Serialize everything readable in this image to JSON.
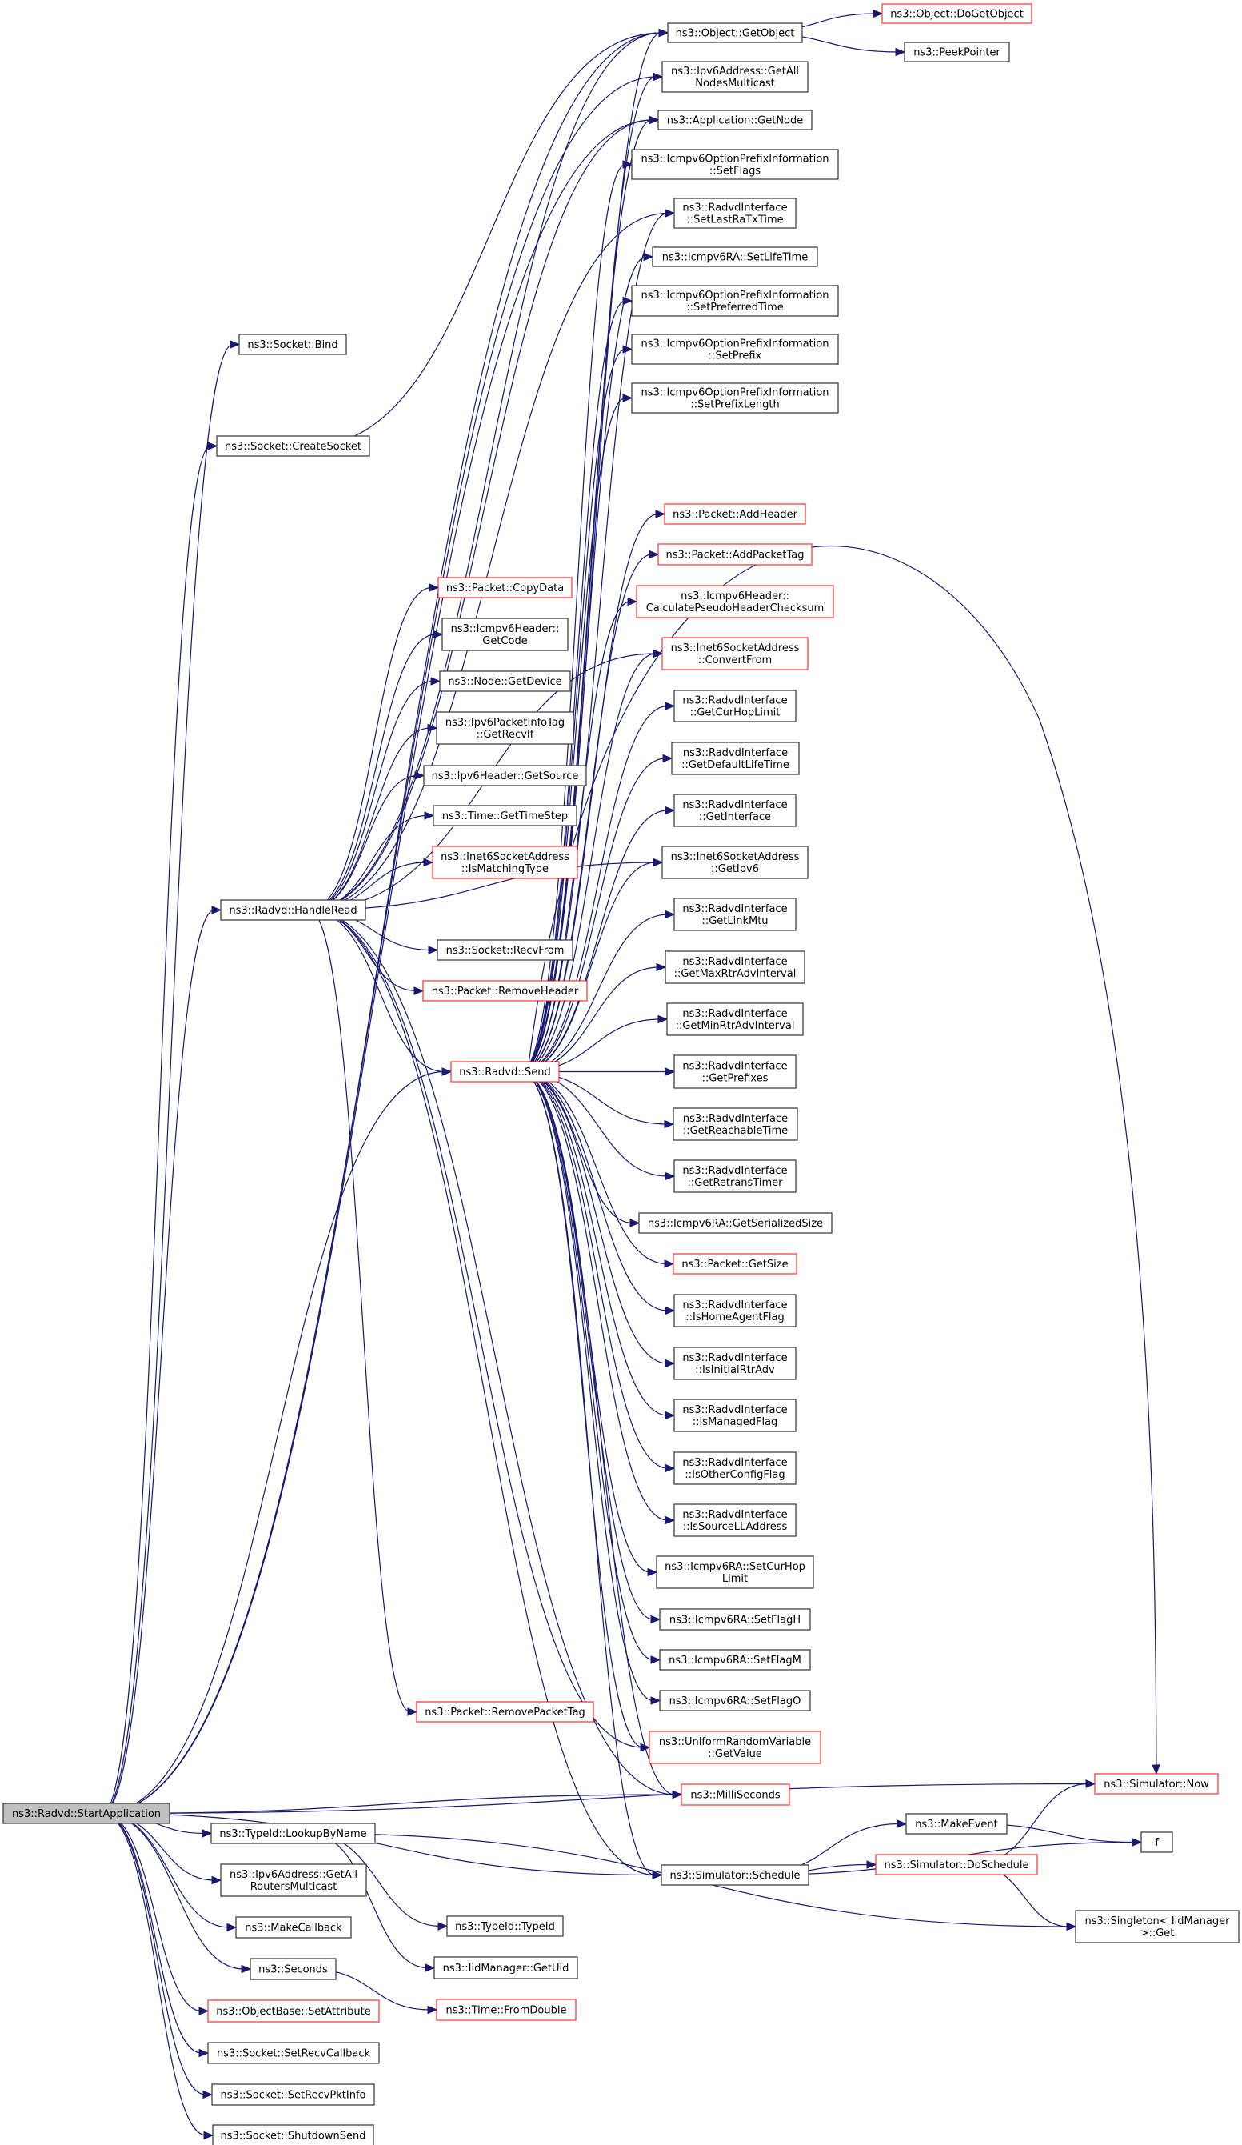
{
  "title": "ns3::Radvd::StartApplication call graph",
  "colors": {
    "edge": "#191970",
    "root_fill": "#bfbfbf",
    "normal_border": "#404040",
    "truncated_border": "#ff0000"
  },
  "nodes": [
    {
      "id": "start",
      "lines": [
        "ns3::Radvd::StartApplication"
      ],
      "style": "root"
    },
    {
      "id": "bind",
      "lines": [
        "ns3::Socket::Bind"
      ],
      "style": "normal"
    },
    {
      "id": "createsocket",
      "lines": [
        "ns3::Socket::CreateSocket"
      ],
      "style": "normal"
    },
    {
      "id": "handleread",
      "lines": [
        "ns3::Radvd::HandleRead"
      ],
      "style": "normal"
    },
    {
      "id": "copydata",
      "lines": [
        "ns3::Packet::CopyData"
      ],
      "style": "red"
    },
    {
      "id": "getcode",
      "lines": [
        "ns3::Icmpv6Header::",
        "GetCode"
      ],
      "style": "normal"
    },
    {
      "id": "getdevice",
      "lines": [
        "ns3::Node::GetDevice"
      ],
      "style": "normal"
    },
    {
      "id": "getrecvif",
      "lines": [
        "ns3::Ipv6PacketInfoTag",
        "::GetRecvIf"
      ],
      "style": "normal"
    },
    {
      "id": "getsource",
      "lines": [
        "ns3::Ipv6Header::GetSource"
      ],
      "style": "normal"
    },
    {
      "id": "gettimestep",
      "lines": [
        "ns3::Time::GetTimeStep"
      ],
      "style": "normal"
    },
    {
      "id": "ismatchingtype",
      "lines": [
        "ns3::Inet6SocketAddress",
        "::IsMatchingType"
      ],
      "style": "red"
    },
    {
      "id": "recvfrom",
      "lines": [
        "ns3::Socket::RecvFrom"
      ],
      "style": "normal"
    },
    {
      "id": "removeheader",
      "lines": [
        "ns3::Packet::RemoveHeader"
      ],
      "style": "red"
    },
    {
      "id": "send",
      "lines": [
        "ns3::Radvd::Send"
      ],
      "style": "red"
    },
    {
      "id": "removepackettag",
      "lines": [
        "ns3::Packet::RemovePacketTag"
      ],
      "style": "red"
    },
    {
      "id": "getobject",
      "lines": [
        "ns3::Object::GetObject"
      ],
      "style": "normal"
    },
    {
      "id": "dogetobject",
      "lines": [
        "ns3::Object::DoGetObject"
      ],
      "style": "red"
    },
    {
      "id": "peekpointer",
      "lines": [
        "ns3::PeekPointer"
      ],
      "style": "normal"
    },
    {
      "id": "getallnodes",
      "lines": [
        "ns3::Ipv6Address::GetAll",
        "NodesMulticast"
      ],
      "style": "normal"
    },
    {
      "id": "getnode",
      "lines": [
        "ns3::Application::GetNode"
      ],
      "style": "normal"
    },
    {
      "id": "setflags",
      "lines": [
        "ns3::Icmpv6OptionPrefixInformation",
        "::SetFlags"
      ],
      "style": "normal"
    },
    {
      "id": "setlastratx",
      "lines": [
        "ns3::RadvdInterface",
        "::SetLastRaTxTime"
      ],
      "style": "normal"
    },
    {
      "id": "setlifetime",
      "lines": [
        "ns3::Icmpv6RA::SetLifeTime"
      ],
      "style": "normal"
    },
    {
      "id": "setpreferred",
      "lines": [
        "ns3::Icmpv6OptionPrefixInformation",
        "::SetPreferredTime"
      ],
      "style": "normal"
    },
    {
      "id": "setprefix",
      "lines": [
        "ns3::Icmpv6OptionPrefixInformation",
        "::SetPrefix"
      ],
      "style": "normal"
    },
    {
      "id": "setprefixlen",
      "lines": [
        "ns3::Icmpv6OptionPrefixInformation",
        "::SetPrefixLength"
      ],
      "style": "normal"
    },
    {
      "id": "addheader",
      "lines": [
        "ns3::Packet::AddHeader"
      ],
      "style": "red"
    },
    {
      "id": "addpackettag",
      "lines": [
        "ns3::Packet::AddPacketTag"
      ],
      "style": "red"
    },
    {
      "id": "calcchecksum",
      "lines": [
        "ns3::Icmpv6Header::",
        "CalculatePseudoHeaderChecksum"
      ],
      "style": "red"
    },
    {
      "id": "convertfrom",
      "lines": [
        "ns3::Inet6SocketAddress",
        "::ConvertFrom"
      ],
      "style": "red"
    },
    {
      "id": "getcurhop",
      "lines": [
        "ns3::RadvdInterface",
        "::GetCurHopLimit"
      ],
      "style": "normal"
    },
    {
      "id": "getdeflife",
      "lines": [
        "ns3::RadvdInterface",
        "::GetDefaultLifeTime"
      ],
      "style": "normal"
    },
    {
      "id": "getinterface",
      "lines": [
        "ns3::RadvdInterface",
        "::GetInterface"
      ],
      "style": "normal"
    },
    {
      "id": "getipv6",
      "lines": [
        "ns3::Inet6SocketAddress",
        "::GetIpv6"
      ],
      "style": "normal"
    },
    {
      "id": "getlinkmtu",
      "lines": [
        "ns3::RadvdInterface",
        "::GetLinkMtu"
      ],
      "style": "normal"
    },
    {
      "id": "getmaxrtr",
      "lines": [
        "ns3::RadvdInterface",
        "::GetMaxRtrAdvInterval"
      ],
      "style": "normal"
    },
    {
      "id": "getminrtr",
      "lines": [
        "ns3::RadvdInterface",
        "::GetMinRtrAdvInterval"
      ],
      "style": "normal"
    },
    {
      "id": "getprefixes",
      "lines": [
        "ns3::RadvdInterface",
        "::GetPrefixes"
      ],
      "style": "normal"
    },
    {
      "id": "getreachable",
      "lines": [
        "ns3::RadvdInterface",
        "::GetReachableTime"
      ],
      "style": "normal"
    },
    {
      "id": "getretrans",
      "lines": [
        "ns3::RadvdInterface",
        "::GetRetransTimer"
      ],
      "style": "normal"
    },
    {
      "id": "getserialized",
      "lines": [
        "ns3::Icmpv6RA::GetSerializedSize"
      ],
      "style": "normal"
    },
    {
      "id": "getsize",
      "lines": [
        "ns3::Packet::GetSize"
      ],
      "style": "red"
    },
    {
      "id": "ishomeagent",
      "lines": [
        "ns3::RadvdInterface",
        "::IsHomeAgentFlag"
      ],
      "style": "normal"
    },
    {
      "id": "isinitial",
      "lines": [
        "ns3::RadvdInterface",
        "::IsInitialRtrAdv"
      ],
      "style": "normal"
    },
    {
      "id": "ismanaged",
      "lines": [
        "ns3::RadvdInterface",
        "::IsManagedFlag"
      ],
      "style": "normal"
    },
    {
      "id": "isotherconfig",
      "lines": [
        "ns3::RadvdInterface",
        "::IsOtherConfigFlag"
      ],
      "style": "normal"
    },
    {
      "id": "issourcell",
      "lines": [
        "ns3::RadvdInterface",
        "::IsSourceLLAddress"
      ],
      "style": "normal"
    },
    {
      "id": "setcurhop",
      "lines": [
        "ns3::Icmpv6RA::SetCurHop",
        "Limit"
      ],
      "style": "normal"
    },
    {
      "id": "setflagh",
      "lines": [
        "ns3::Icmpv6RA::SetFlagH"
      ],
      "style": "normal"
    },
    {
      "id": "setflagm",
      "lines": [
        "ns3::Icmpv6RA::SetFlagM"
      ],
      "style": "normal"
    },
    {
      "id": "setflago",
      "lines": [
        "ns3::Icmpv6RA::SetFlagO"
      ],
      "style": "normal"
    },
    {
      "id": "uniformgetvalue",
      "lines": [
        "ns3::UniformRandomVariable",
        "::GetValue"
      ],
      "style": "red"
    },
    {
      "id": "milliseconds",
      "lines": [
        "ns3::MilliSeconds"
      ],
      "style": "red"
    },
    {
      "id": "simnow",
      "lines": [
        "ns3::Simulator::Now"
      ],
      "style": "red"
    },
    {
      "id": "makeevent",
      "lines": [
        "ns3::MakeEvent"
      ],
      "style": "normal"
    },
    {
      "id": "f",
      "lines": [
        "f"
      ],
      "style": "normal"
    },
    {
      "id": "doschedule",
      "lines": [
        "ns3::Simulator::DoSchedule"
      ],
      "style": "red"
    },
    {
      "id": "schedule",
      "lines": [
        "ns3::Simulator::Schedule"
      ],
      "style": "normal"
    },
    {
      "id": "singleton",
      "lines": [
        "ns3::Singleton< IidManager",
        ">::Get"
      ],
      "style": "normal"
    },
    {
      "id": "lookupbyname",
      "lines": [
        "ns3::TypeId::LookupByName"
      ],
      "style": "normal"
    },
    {
      "id": "getallrouters",
      "lines": [
        "ns3::Ipv6Address::GetAll",
        "RoutersMulticast"
      ],
      "style": "normal"
    },
    {
      "id": "makecallback",
      "lines": [
        "ns3::MakeCallback"
      ],
      "style": "normal"
    },
    {
      "id": "typeid",
      "lines": [
        "ns3::TypeId::TypeId"
      ],
      "style": "normal"
    },
    {
      "id": "seconds",
      "lines": [
        "ns3::Seconds"
      ],
      "style": "normal"
    },
    {
      "id": "getuid",
      "lines": [
        "ns3::IidManager::GetUid"
      ],
      "style": "normal"
    },
    {
      "id": "setattribute",
      "lines": [
        "ns3::ObjectBase::SetAttribute"
      ],
      "style": "red"
    },
    {
      "id": "fromdouble",
      "lines": [
        "ns3::Time::FromDouble"
      ],
      "style": "red"
    },
    {
      "id": "setrecvcallback",
      "lines": [
        "ns3::Socket::SetRecvCallback"
      ],
      "style": "normal"
    },
    {
      "id": "setrecvpktinfo",
      "lines": [
        "ns3::Socket::SetRecvPktInfo"
      ],
      "style": "normal"
    },
    {
      "id": "shutdownsend",
      "lines": [
        "ns3::Socket::ShutdownSend"
      ],
      "style": "normal"
    }
  ],
  "edges": [
    [
      "start",
      "bind"
    ],
    [
      "start",
      "createsocket"
    ],
    [
      "start",
      "handleread"
    ],
    [
      "start",
      "send"
    ],
    [
      "start",
      "getobject"
    ],
    [
      "start",
      "getallnodes"
    ],
    [
      "start",
      "getnode"
    ],
    [
      "start",
      "schedule"
    ],
    [
      "start",
      "lookupbyname"
    ],
    [
      "start",
      "getallrouters"
    ],
    [
      "start",
      "makecallback"
    ],
    [
      "start",
      "seconds"
    ],
    [
      "start",
      "setattribute"
    ],
    [
      "start",
      "setrecvcallback"
    ],
    [
      "start",
      "setrecvpktinfo"
    ],
    [
      "start",
      "shutdownsend"
    ],
    [
      "start",
      "milliseconds"
    ],
    [
      "start",
      "simnow"
    ],
    [
      "createsocket",
      "getobject"
    ],
    [
      "handleread",
      "copydata"
    ],
    [
      "handleread",
      "getcode"
    ],
    [
      "handleread",
      "getdevice"
    ],
    [
      "handleread",
      "getrecvif"
    ],
    [
      "handleread",
      "getsource"
    ],
    [
      "handleread",
      "gettimestep"
    ],
    [
      "handleread",
      "ismatchingtype"
    ],
    [
      "handleread",
      "recvfrom"
    ],
    [
      "handleread",
      "removeheader"
    ],
    [
      "handleread",
      "send"
    ],
    [
      "handleread",
      "removepackettag"
    ],
    [
      "handleread",
      "getobject"
    ],
    [
      "handleread",
      "getnode"
    ],
    [
      "handleread",
      "convertfrom"
    ],
    [
      "handleread",
      "getipv6"
    ],
    [
      "handleread",
      "schedule"
    ],
    [
      "handleread",
      "milliseconds"
    ],
    [
      "handleread",
      "uniformgetvalue"
    ],
    [
      "handleread",
      "setlastratx"
    ],
    [
      "send",
      "getobject"
    ],
    [
      "send",
      "getallnodes"
    ],
    [
      "send",
      "getnode"
    ],
    [
      "send",
      "setflags"
    ],
    [
      "send",
      "setlastratx"
    ],
    [
      "send",
      "setlifetime"
    ],
    [
      "send",
      "setpreferred"
    ],
    [
      "send",
      "setprefix"
    ],
    [
      "send",
      "setprefixlen"
    ],
    [
      "send",
      "addheader"
    ],
    [
      "send",
      "addpackettag"
    ],
    [
      "send",
      "calcchecksum"
    ],
    [
      "send",
      "convertfrom"
    ],
    [
      "send",
      "getcurhop"
    ],
    [
      "send",
      "getdeflife"
    ],
    [
      "send",
      "getinterface"
    ],
    [
      "send",
      "getipv6"
    ],
    [
      "send",
      "getlinkmtu"
    ],
    [
      "send",
      "getmaxrtr"
    ],
    [
      "send",
      "getminrtr"
    ],
    [
      "send",
      "getprefixes"
    ],
    [
      "send",
      "getreachable"
    ],
    [
      "send",
      "getretrans"
    ],
    [
      "send",
      "getserialized"
    ],
    [
      "send",
      "getsize"
    ],
    [
      "send",
      "ishomeagent"
    ],
    [
      "send",
      "isinitial"
    ],
    [
      "send",
      "ismanaged"
    ],
    [
      "send",
      "isotherconfig"
    ],
    [
      "send",
      "issourcell"
    ],
    [
      "send",
      "setcurhop"
    ],
    [
      "send",
      "setflagh"
    ],
    [
      "send",
      "setflagm"
    ],
    [
      "send",
      "setflago"
    ],
    [
      "send",
      "uniformgetvalue"
    ],
    [
      "send",
      "milliseconds"
    ],
    [
      "send",
      "schedule"
    ],
    [
      "send",
      "simnow"
    ],
    [
      "getobject",
      "dogetobject"
    ],
    [
      "getobject",
      "peekpointer"
    ],
    [
      "schedule",
      "makeevent"
    ],
    [
      "schedule",
      "doschedule"
    ],
    [
      "schedule",
      "f"
    ],
    [
      "makeevent",
      "f"
    ],
    [
      "doschedule",
      "simnow"
    ],
    [
      "doschedule",
      "singleton"
    ],
    [
      "lookupbyname",
      "typeid"
    ],
    [
      "lookupbyname",
      "getuid"
    ],
    [
      "lookupbyname",
      "singleton"
    ],
    [
      "seconds",
      "fromdouble"
    ]
  ]
}
